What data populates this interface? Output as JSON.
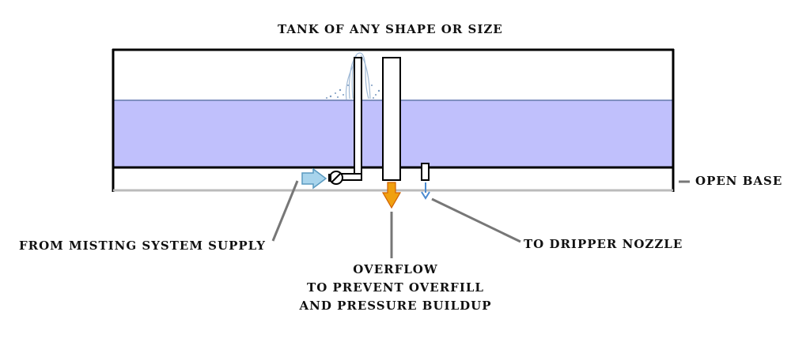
{
  "labels": {
    "title": "TANK OF ANY SHAPE OR SIZE",
    "open_base": "OPEN BASE",
    "supply": "FROM MISTING SYSTEM SUPPLY",
    "dripper": "TO DRIPPER NOZZLE",
    "overflow_lines": [
      "OVERFLOW",
      "TO PREVENT OVERFILL",
      "AND PRESSURE BUILDUP"
    ]
  },
  "colors": {
    "water": "#c0c0fc",
    "water_surface": "#8090c0",
    "supply_arrow": "#a8d4ec",
    "supply_arrow_edge": "#5a9ac0",
    "overflow_arrow": "#f0a010",
    "overflow_arrow_edge": "#d06000",
    "dripper_arrow": "#4a8ad0",
    "base_line": "#bbbbbb",
    "leader_line": "#777777"
  }
}
